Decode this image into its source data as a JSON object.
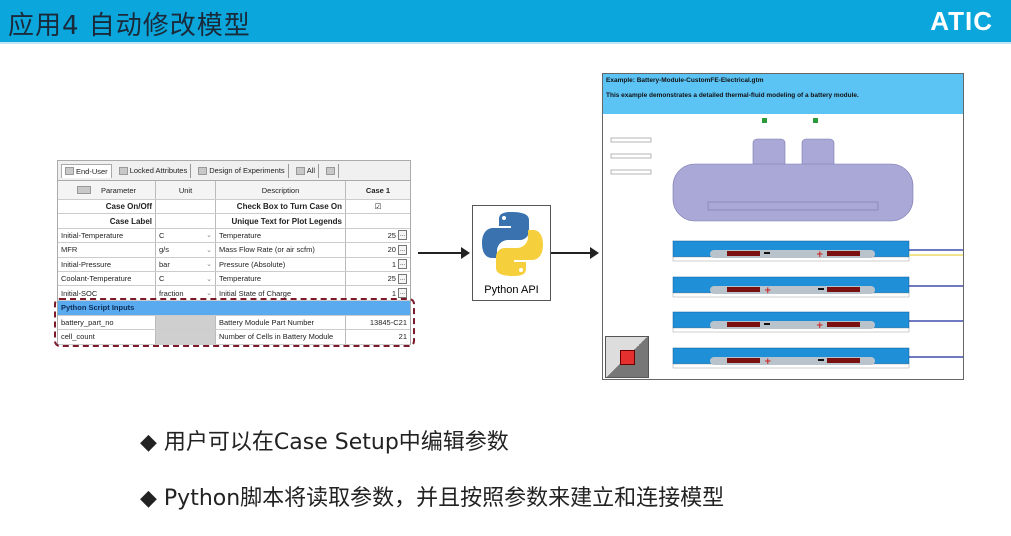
{
  "header": {
    "title": "应用4 自动修改模型",
    "logo": "ATIC"
  },
  "table": {
    "tabs": [
      "End-User",
      "Locked Attributes",
      "Design of Experiments",
      "All"
    ],
    "columns": [
      "Parameter",
      "Unit",
      "Description",
      "Case 1"
    ],
    "special_rows": [
      {
        "param": "Case On/Off",
        "desc": "Check Box to Turn Case On",
        "value": "☑"
      },
      {
        "param": "Case Label",
        "desc": "Unique Text for Plot Legends",
        "value": ""
      }
    ],
    "rows": [
      {
        "param": "Initial-Temperature",
        "unit": "C",
        "desc": "Temperature",
        "value": "25"
      },
      {
        "param": "MFR",
        "unit": "g/s",
        "desc": "Mass Flow Rate (or air scfm)",
        "value": "20"
      },
      {
        "param": "Initial-Pressure",
        "unit": "bar",
        "desc": "Pressure (Absolute)",
        "value": "1"
      },
      {
        "param": "Coolant-Temperature",
        "unit": "C",
        "desc": "Temperature",
        "value": "25"
      },
      {
        "param": "Initial-SOC",
        "unit": "fraction",
        "desc": "Initial State of Charge",
        "value": "1"
      }
    ],
    "python_section": "Python Script Inputs",
    "python_rows": [
      {
        "param": "battery_part_no",
        "desc": "Battery Module Part Number",
        "value": "13845-C21"
      },
      {
        "param": "cell_count",
        "desc": "Number of Cells in Battery Module",
        "value": "21"
      }
    ]
  },
  "python_box": {
    "label": "Python API"
  },
  "panel": {
    "line1": "Example: Battery-Module-CustomFE-Electrical.gtm",
    "line2": "This example demonstrates a detailed thermal-fluid modeling of a battery module."
  },
  "bullets": [
    "◆ 用户可以在Case Setup中编辑参数",
    "◆ Python脚本将读取参数，并且按照参数来建立和连接模型"
  ],
  "colors": {
    "header": "#0aa6dc",
    "python_row": "#5aaaf0",
    "panel_header": "#5cc3f5"
  }
}
